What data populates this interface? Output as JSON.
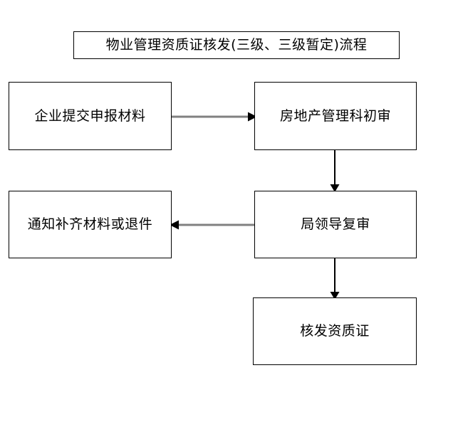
{
  "diagram": {
    "title": "物业管理资质证核发(三级、三级暂定)流程",
    "background_color": "#ffffff",
    "line_color": "#000000",
    "gray_line_color": "#808080",
    "nodes": [
      {
        "id": "title",
        "label": "物业管理资质证核发(三级、三级暂定)流程"
      },
      {
        "id": "submit",
        "label": "企业提交申报材料"
      },
      {
        "id": "first_review",
        "label": "房地产管理科初审"
      },
      {
        "id": "notify",
        "label": "通知补齐材料或退件"
      },
      {
        "id": "second_review",
        "label": "局领导复审"
      },
      {
        "id": "issue",
        "label": "核发资质证"
      }
    ],
    "edges": [
      {
        "id": "submit_to_first",
        "from": "submit",
        "to": "first_review",
        "direction": "right",
        "color": "#808080"
      },
      {
        "id": "first_to_second",
        "from": "first_review",
        "to": "second_review",
        "direction": "down",
        "color": "#000000"
      },
      {
        "id": "second_to_notify",
        "from": "second_review",
        "to": "notify",
        "direction": "left",
        "color": "#808080"
      },
      {
        "id": "second_to_issue",
        "from": "second_review",
        "to": "issue",
        "direction": "down",
        "color": "#000000"
      }
    ]
  }
}
